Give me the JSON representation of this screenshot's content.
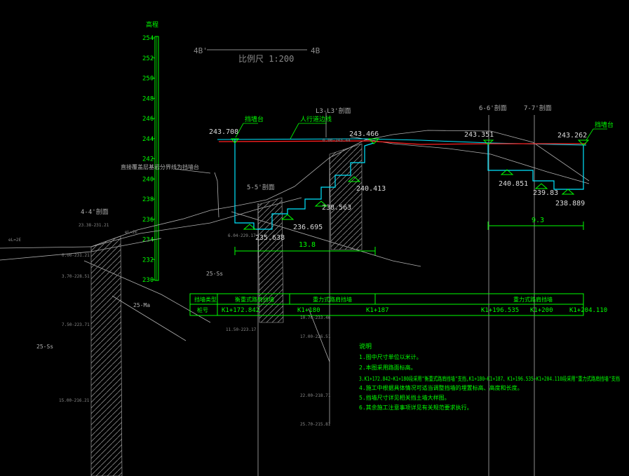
{
  "colors": {
    "background": "#000000",
    "ground": "#b0b0b0",
    "wall": "#00e5ff",
    "green": "#00ff00",
    "road": "#ff2020",
    "hatch": "#8a8a8a",
    "white": "#dcdcdc"
  },
  "scale": {
    "left_label": "4B'",
    "right_label": "4B",
    "text": "比例尺 1:200"
  },
  "elev_ruler": {
    "title": "高程",
    "ticks": [
      "254",
      "252",
      "250",
      "248",
      "246",
      "244",
      "242",
      "240",
      "238",
      "236",
      "234",
      "232",
      "230"
    ]
  },
  "sections": {
    "s44": "4-4'剖面",
    "s55": "5-5'剖面",
    "s33": "L3-L3'剖面",
    "s66": "6-6'剖面",
    "s77": "7-7'剖面"
  },
  "annotations": {
    "left_tag": "挡墙台",
    "road_line": "人行道边线",
    "right_tag": "挡墙台",
    "leader_note": "直接覆盖层基岩分界线为挡墙台"
  },
  "elevations": {
    "e1": "243.708",
    "e2": "243.466",
    "e3": "243.351",
    "e4": "243.262",
    "e5": "240.413",
    "e6": "238.563",
    "e7": "236.695",
    "e8": "235.638",
    "e9": "240.851",
    "e10": "239.83",
    "e11": "238.889"
  },
  "dimensions": {
    "d1": "13.8",
    "d2": "9.3"
  },
  "soil_labels": {
    "a": "25-Ss",
    "b": "25-Ma",
    "c": "25-Ss"
  },
  "small_labels": {
    "l1": "23.38-231.21",
    "l2": "0.00-231.21",
    "l3": "3.70-228.51",
    "l4": "7.50-223.71",
    "l5": "15.00-216.21",
    "l6": "6.04-229.17",
    "l7": "11.50-223.17",
    "l8": "0.00-243.44",
    "l9": "10.70-233.46",
    "l10": "17.00-226.51",
    "l11": "22.00-218.71",
    "l12": "25.70-215.81",
    "l13": "eL=2E",
    "l14": "eL=2E"
  },
  "table": {
    "row1": {
      "head": "挡墙类型",
      "c1": "衡重式路肩挡墙",
      "c2": "重力式路肩挡墙",
      "c3": "重力式路肩挡墙"
    },
    "row2": {
      "head": "桩号",
      "v1": "K1+172.842",
      "v2": "K1+180",
      "v3": "K1+187",
      "v4": "K1+196.535",
      "v5": "K1+200",
      "v6": "K1+204.110"
    }
  },
  "notes": {
    "title": "说明",
    "n1": "1.图中尺寸单位以米计。",
    "n2": "2.本图采用路面标高。",
    "n3": "3.K1+172.842~K1+180段采用\"衡重式路肩挡墙\"支挡,K1+180~K1+187、K1+196.535~K1+204.110段采用\"重力式路肩挡墙\"支挡",
    "n4": "4.施工中根据具体情况可适当调整挡墙的埋置标高、高度和长度。",
    "n5": "5.挡墙尺寸详见相关挡土墙大样图。",
    "n6": "6.其余施工注意事项详见有关规范要求执行。"
  }
}
